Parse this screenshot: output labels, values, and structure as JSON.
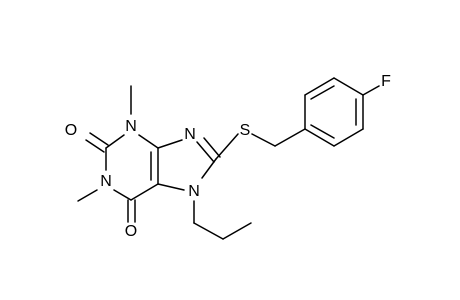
{
  "molecule": {
    "atoms": {
      "o_top": "O",
      "n3": "N",
      "n9_imine": "N",
      "s": "S",
      "f": "F",
      "n1": "N",
      "n7": "N",
      "o_bottom": "O"
    },
    "colors": {
      "bond": "#000000",
      "label": "#000000",
      "background": "#ffffff"
    }
  }
}
